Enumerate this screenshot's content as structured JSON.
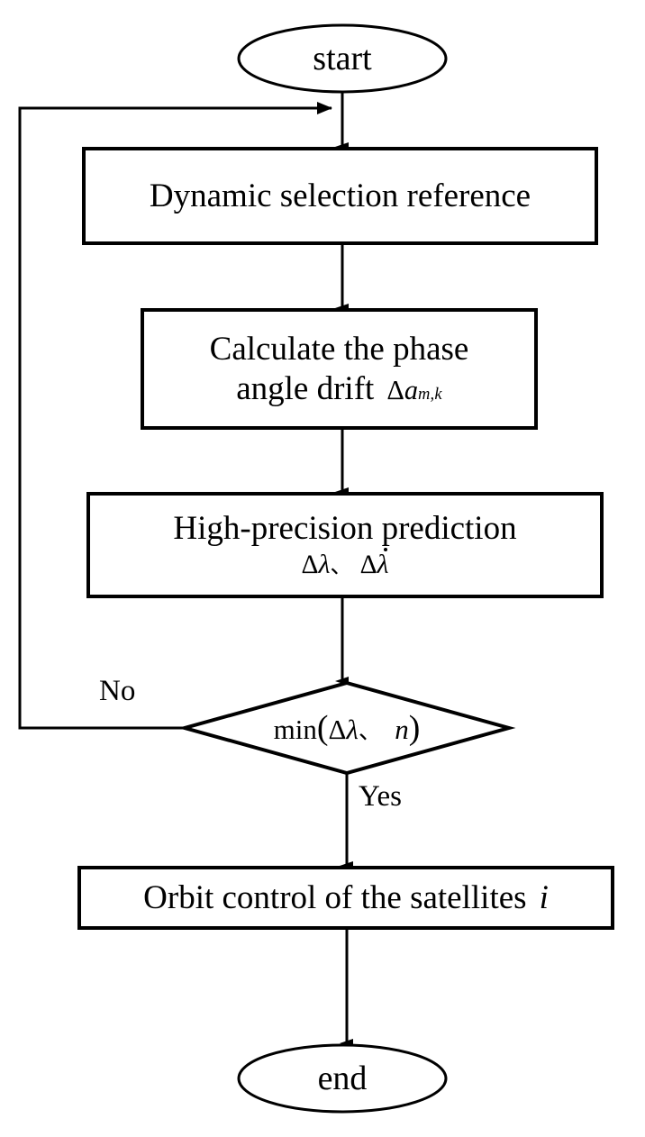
{
  "diagram": {
    "type": "flowchart",
    "title": "Satellite orbit control flowchart",
    "orientation": "top-to-bottom",
    "background_color": "#ffffff",
    "line_color": "#000000",
    "text_color": "#000000"
  },
  "nodes": {
    "start": {
      "shape": "ellipse",
      "label": "start"
    },
    "dynamic_selection": {
      "shape": "rectangle",
      "label": "Dynamic selection reference"
    },
    "calculate_drift": {
      "shape": "rectangle",
      "line1": "Calculate the phase",
      "line2_text": "angle drift",
      "line2_symbol_delta": "Δ",
      "line2_symbol_var": "a",
      "line2_symbol_sub": "m,k"
    },
    "high_precision": {
      "shape": "rectangle",
      "line1": "High-precision prediction",
      "line2_delta1": "Δ",
      "line2_lambda1": "λ",
      "line2_separator": "、",
      "line2_delta2": "Δ",
      "line2_lambda2": "λ"
    },
    "decision_min": {
      "shape": "diamond",
      "fn": "min",
      "open_paren": "(",
      "delta": "Δ",
      "lambda": "λ",
      "separator": "、",
      "n": "n",
      "close_paren": ")"
    },
    "orbit_control": {
      "shape": "rectangle",
      "text": "Orbit control of the satellites",
      "symbol": "i"
    },
    "end": {
      "shape": "ellipse",
      "label": "end"
    }
  },
  "edges": {
    "no_branch_label": "No",
    "yes_branch_label": "Yes"
  }
}
